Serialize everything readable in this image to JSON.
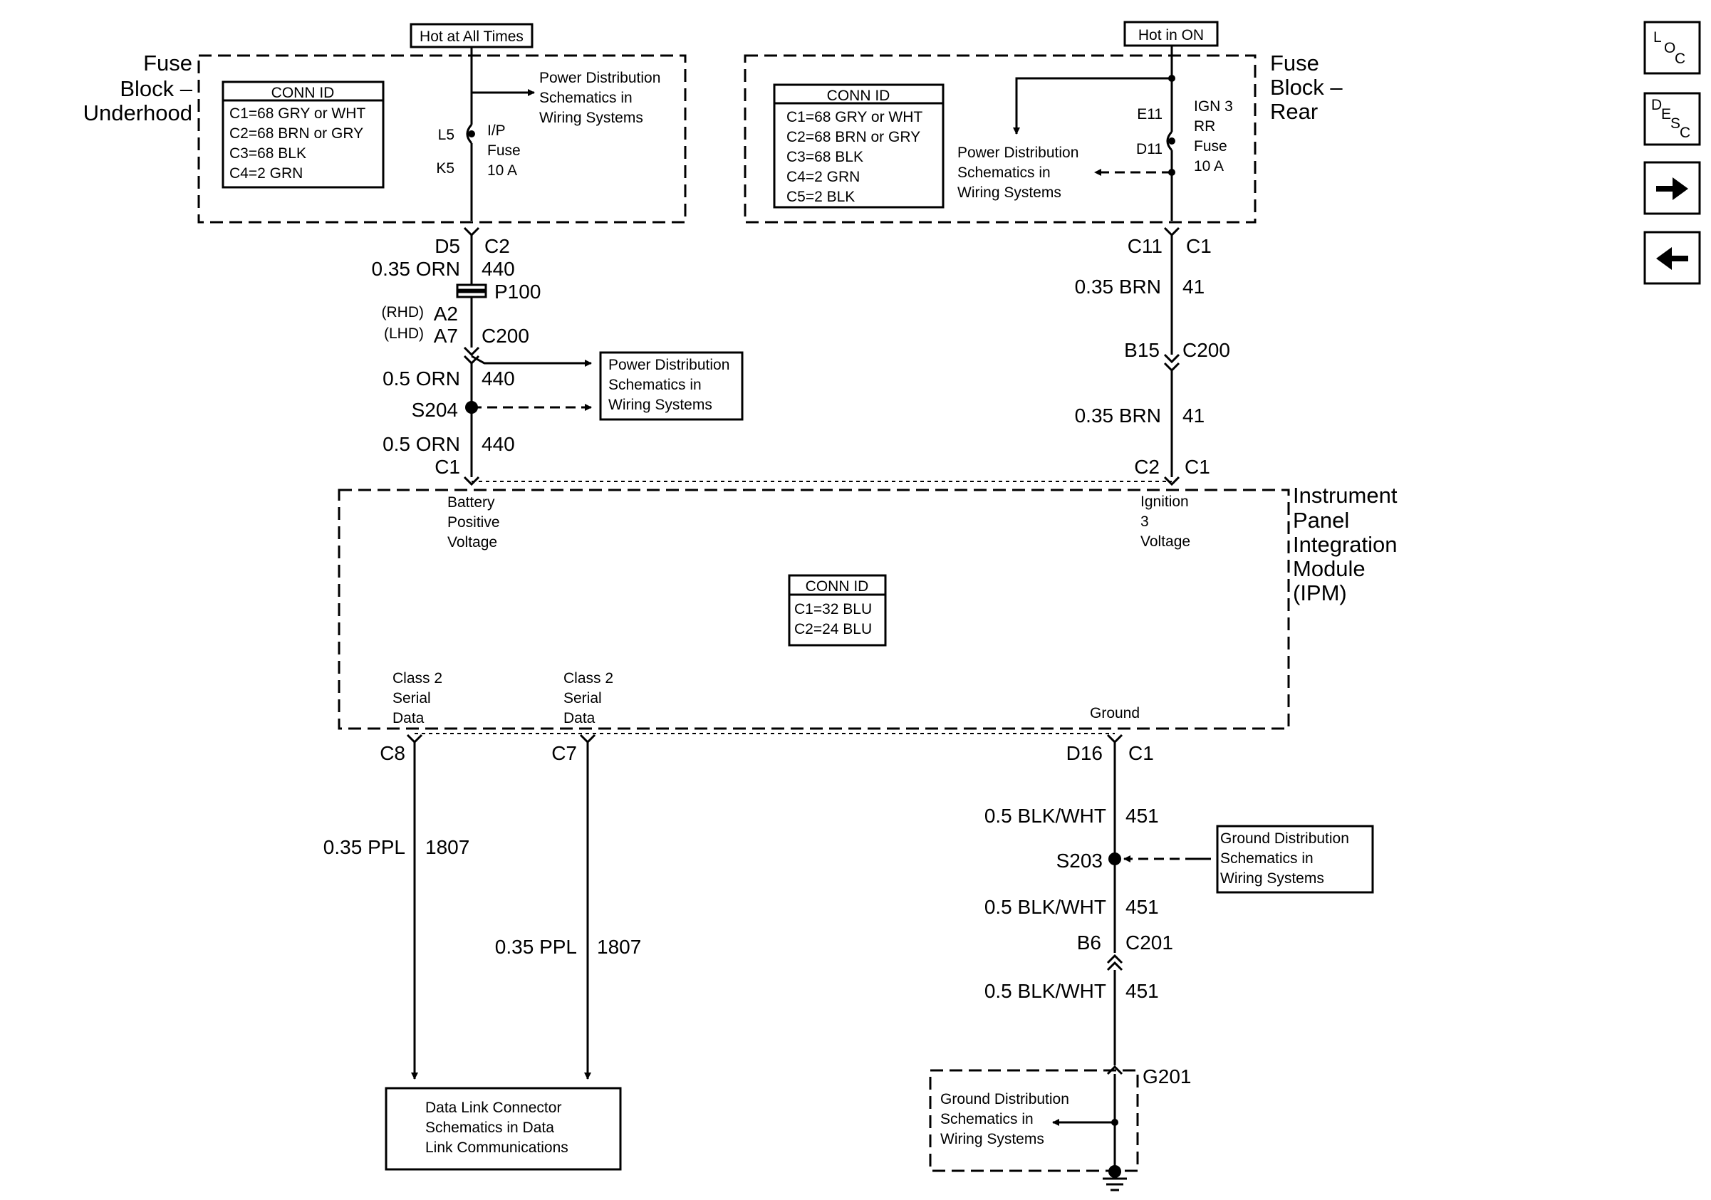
{
  "power_sources": {
    "hot_at_all_times": "Hot at All Times",
    "hot_in_on": "Hot in ON"
  },
  "fuse_block_underhood": {
    "title_line1": "Fuse",
    "title_line2": "Block –",
    "title_line3": "Underhood",
    "conn_id_title": "CONN ID",
    "conn_ids": [
      "C1=68 GRY or WHT",
      "C2=68 BRN or GRY",
      "C3=68 BLK",
      "C4=2 GRN"
    ],
    "fuse_in": "L5",
    "fuse_out": "K5",
    "fuse_name_line1": "I/P",
    "fuse_name_line2": "Fuse",
    "fuse_rating": "10 A",
    "ref_line1": "Power Distribution",
    "ref_line2": "Schematics in",
    "ref_line3": "Wiring Systems"
  },
  "fuse_block_rear": {
    "title_line1": "Fuse",
    "title_line2": "Block –",
    "title_line3": "Rear",
    "conn_id_title": "CONN ID",
    "conn_ids": [
      "C1=68 GRY or WHT",
      "C2=68 BRN or GRY",
      "C3=68 BLK",
      "C4=2 GRN",
      "C5=2 BLK"
    ],
    "fuse_in": "E11",
    "fuse_out": "D11",
    "fuse_name_line1": "IGN 3",
    "fuse_name_line2": "RR",
    "fuse_name_line3": "Fuse",
    "fuse_rating": "10 A",
    "ref_line1": "Power Distribution",
    "ref_line2": "Schematics in",
    "ref_line3": "Wiring Systems"
  },
  "left_circuit": {
    "pin_d5": "D5",
    "conn_c2": "C2",
    "wire1_gauge": "0.35 ORN",
    "wire1_circuit": "440",
    "p100": "P100",
    "rhd": "(RHD)",
    "rhd_pin": "A2",
    "lhd": "(LHD)",
    "lhd_pin": "A7",
    "c200": "C200",
    "wire2_gauge": "0.5 ORN",
    "wire2_circuit": "440",
    "splice": "S204",
    "wire3_gauge": "0.5 ORN",
    "wire3_circuit": "440",
    "ipm_conn": "C1",
    "ref_line1": "Power Distribution",
    "ref_line2": "Schematics in",
    "ref_line3": "Wiring Systems"
  },
  "right_circuit": {
    "pin_c11": "C11",
    "conn_c1": "C1",
    "wire1_gauge": "0.35 BRN",
    "wire1_circuit": "41",
    "pin_b15": "B15",
    "c200": "C200",
    "wire2_gauge": "0.35 BRN",
    "wire2_circuit": "41",
    "ipm_pin": "C2",
    "ipm_conn": "C1"
  },
  "ipm": {
    "title_line1": "Instrument",
    "title_line2": "Panel",
    "title_line3": "Integration",
    "title_line4": "Module",
    "title_line5": "(IPM)",
    "battery_line1": "Battery",
    "battery_line2": "Positive",
    "battery_line3": "Voltage",
    "ignition_line1": "Ignition",
    "ignition_line2": "3",
    "ignition_line3": "Voltage",
    "conn_id_title": "CONN ID",
    "conn_ids": [
      "C1=32 BLU",
      "C2=24 BLU"
    ],
    "class2a_line1": "Class 2",
    "class2a_line2": "Serial",
    "class2a_line3": "Data",
    "class2b_line1": "Class 2",
    "class2b_line2": "Serial",
    "class2b_line3": "Data",
    "ground": "Ground"
  },
  "serial_data": {
    "pin_c8": "C8",
    "pin_c7": "C7",
    "wire1_gauge": "0.35 PPL",
    "wire1_circuit": "1807",
    "wire2_gauge": "0.35 PPL",
    "wire2_circuit": "1807",
    "dlc_line1": "Data Link Connector",
    "dlc_line2": "Schematics in Data",
    "dlc_line3": "Link Communications"
  },
  "ground_circuit": {
    "pin_d16": "D16",
    "conn_c1": "C1",
    "wire1_gauge": "0.5 BLK/WHT",
    "wire1_circuit": "451",
    "splice": "S203",
    "wire2_gauge": "0.5 BLK/WHT",
    "wire2_circuit": "451",
    "pin_b6": "B6",
    "c201": "C201",
    "wire3_gauge": "0.5 BLK/WHT",
    "wire3_circuit": "451",
    "g201": "G201",
    "ref_line1": "Ground Distribution",
    "ref_line2": "Schematics in",
    "ref_line3": "Wiring Systems",
    "gref_line1": "Ground Distribution",
    "gref_line2": "Schematics in",
    "gref_line3": "Wiring Systems"
  },
  "nav": {
    "loc_l": "L",
    "loc_o": "O",
    "loc_c": "C",
    "desc_d": "D",
    "desc_e": "E",
    "desc_s": "S",
    "desc_c": "C"
  }
}
